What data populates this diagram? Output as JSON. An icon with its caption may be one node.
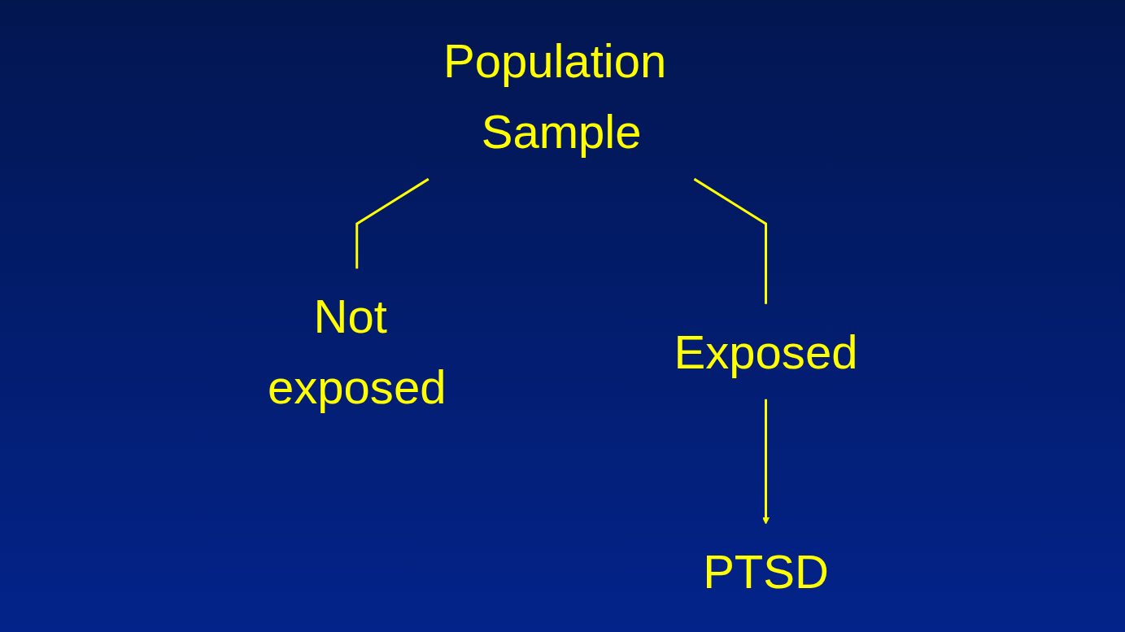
{
  "diagram": {
    "nodes": [
      {
        "text": [
          "Population Sample"
        ]
      },
      {
        "text": [
          "Not exposed"
        ]
      },
      {
        "text": [
          "Exposed"
        ]
      },
      {
        "text": [
          "PTSD"
        ]
      }
    ],
    "edges": [
      {
        "from": 0,
        "to": 1,
        "arrow": "none"
      },
      {
        "from": 0,
        "to": 2,
        "arrow": "none"
      },
      {
        "from": 2,
        "to": 3,
        "arrow": "to"
      }
    ]
  }
}
